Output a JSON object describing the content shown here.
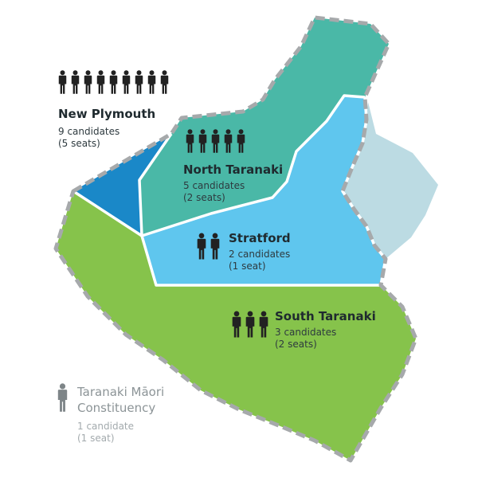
{
  "colors": {
    "new_plymouth": "#1a88c8",
    "north_taranaki": "#4ab8a7",
    "stratford": "#5fc6ee",
    "south_taranaki": "#86c34b",
    "neighbour": "#bcdbe3",
    "boundary": "#a6a9ab",
    "person_dark": "#222222",
    "person_grey": "#7e8588"
  },
  "icon": "person-icon",
  "regions": [
    {
      "id": "new-plymouth",
      "name": "New Plymouth",
      "candidates_text": "9 candidates",
      "seats_text": "(5 seats)",
      "candidates": 9
    },
    {
      "id": "north-taranaki",
      "name": "North Taranaki",
      "candidates_text": "5 candidates",
      "seats_text": "(2 seats)",
      "candidates": 5
    },
    {
      "id": "stratford",
      "name": "Stratford",
      "candidates_text": "2 candidates",
      "seats_text": "(1 seat)",
      "candidates": 2
    },
    {
      "id": "south-taranaki",
      "name": "South Taranaki",
      "candidates_text": "3 candidates",
      "seats_text": "(2 seats)",
      "candidates": 3
    }
  ],
  "maori": {
    "name_line1": "Taranaki Māori",
    "name_line2": "Constituency",
    "candidates_text": "1 candidate",
    "seats_text": "(1 seat)",
    "candidates": 1
  }
}
